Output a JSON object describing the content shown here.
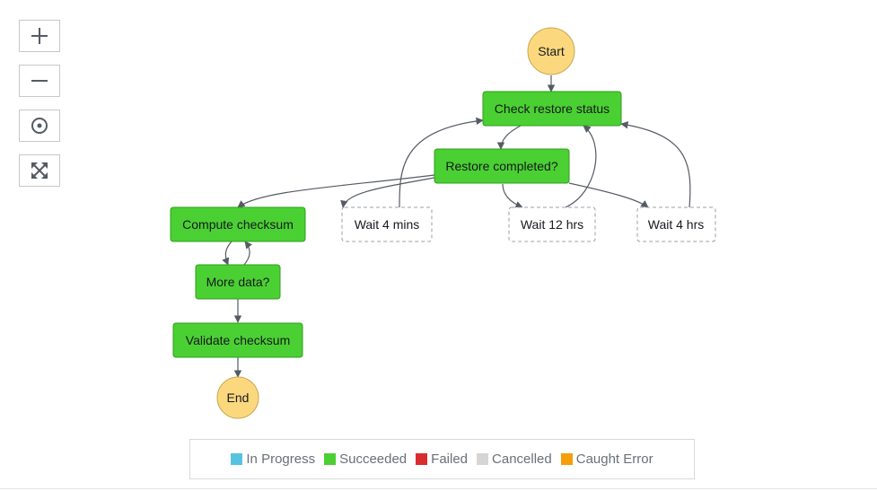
{
  "controls": [
    {
      "name": "zoom-in-button",
      "icon": "plus-icon"
    },
    {
      "name": "zoom-out-button",
      "icon": "minus-icon"
    },
    {
      "name": "center-button",
      "icon": "target-icon"
    },
    {
      "name": "fit-view-button",
      "icon": "expand-arrows-icon"
    }
  ],
  "colors": {
    "succeeded": "#4bd033",
    "terminal": "#fbd87e",
    "in_progress": "#58c3e1",
    "failed": "#d92d2d",
    "cancelled": "#d5d5d5",
    "caught_error": "#f59e0b"
  },
  "nodes": {
    "start": "Start",
    "check_restore_status": "Check restore status",
    "restore_completed": "Restore completed?",
    "compute_checksum": "Compute checksum",
    "wait_4_mins": "Wait 4 mins",
    "wait_12_hrs": "Wait 12 hrs",
    "wait_4_hrs": "Wait 4 hrs",
    "more_data": "More data?",
    "validate_checksum": "Validate checksum",
    "end": "End"
  },
  "legend": [
    {
      "label": "In Progress",
      "color": "#58c3e1"
    },
    {
      "label": "Succeeded",
      "color": "#4bd033"
    },
    {
      "label": "Failed",
      "color": "#d92d2d"
    },
    {
      "label": "Cancelled",
      "color": "#d5d5d5"
    },
    {
      "label": "Caught Error",
      "color": "#f59e0b"
    }
  ]
}
